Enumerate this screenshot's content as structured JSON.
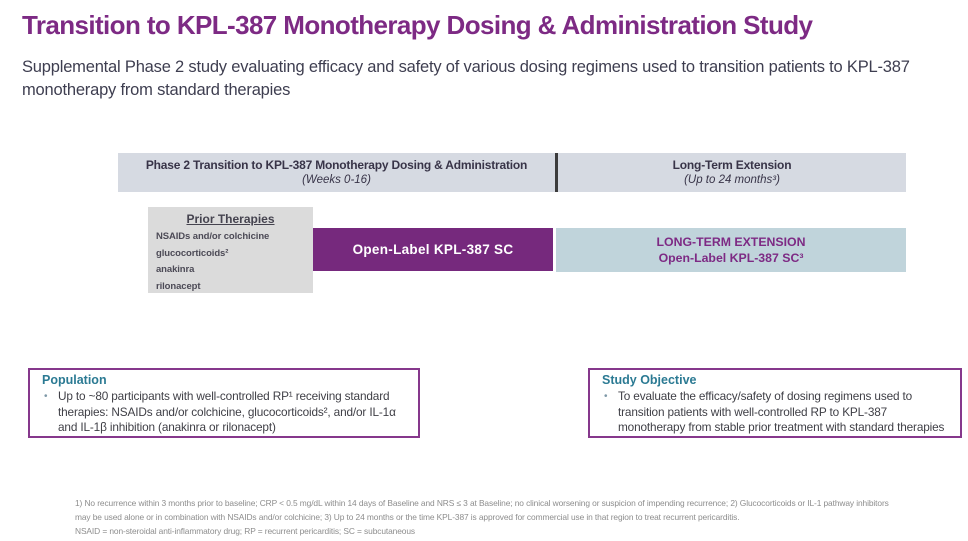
{
  "slide": {
    "title": "Transition to KPL-387 Monotherapy Dosing & Administration Study",
    "subtitle": "Supplemental Phase 2 study evaluating efficacy and safety of various dosing regimens used to transition patients to KPL-387 monotherapy from standard therapies"
  },
  "timeline": {
    "phase2": {
      "title": "Phase 2 Transition to KPL-387 Monotherapy Dosing & Administration",
      "duration": "(Weeks 0-16)"
    },
    "long_term_extension": {
      "title": "Long-Term Extension",
      "duration": "(Up to 24 months³)"
    }
  },
  "diagram": {
    "prior_therapies": {
      "title": "Prior Therapies",
      "items": [
        "NSAIDs and/or colchicine",
        "glucocorticoids²",
        "anakinra",
        "rilonacept"
      ]
    },
    "open_label_bar": {
      "label": "Open-Label KPL-387 SC"
    },
    "lte_bar": {
      "line1": "LONG-TERM EXTENSION",
      "line2": "Open-Label KPL-387 SC³"
    }
  },
  "population": {
    "heading": "Population",
    "bullet": "Up to ~80 participants with well-controlled RP¹ receiving standard therapies: NSAIDs and/or colchicine, glucocorticoids², and/or IL-1α and IL-1β inhibition (anakinra or rilonacept)"
  },
  "study_objective": {
    "heading": "Study Objective",
    "bullet": "To evaluate the efficacy/safety of dosing regimens used to transition patients with well-controlled RP to KPL-387 monotherapy from stable prior treatment with standard therapies"
  },
  "footnotes": {
    "lines": [
      "1) No recurrence within 3 months prior to baseline; CRP < 0.5 mg/dL within 14 days of Baseline and NRS ≤ 3 at Baseline; no clinical worsening or suspicion of impending recurrence; 2) Glucocorticoids or IL-1 pathway inhibitors",
      "may be used alone or in combination with NSAIDs and/or colchicine; 3) Up to 24 months or the time KPL-387 is approved for commercial use in that region to treat recurrent pericarditis.",
      "NSAID = non-steroidal anti-inflammatory drug; RP = recurrent pericarditis; SC = subcutaneous"
    ]
  },
  "ui": {
    "bullet_glyph": "•"
  },
  "colors": {
    "brand_purple": "#7d2a84",
    "bar_purple": "#76297d",
    "bar_light_blue": "#c0d4db",
    "header_bar_gray_blue": "#d6dae2",
    "prior_box_gray": "#dbdbdb",
    "heading_teal": "#2b7a93",
    "body_text": "#3f3f46",
    "footnote_gray": "#8d8d8d"
  }
}
